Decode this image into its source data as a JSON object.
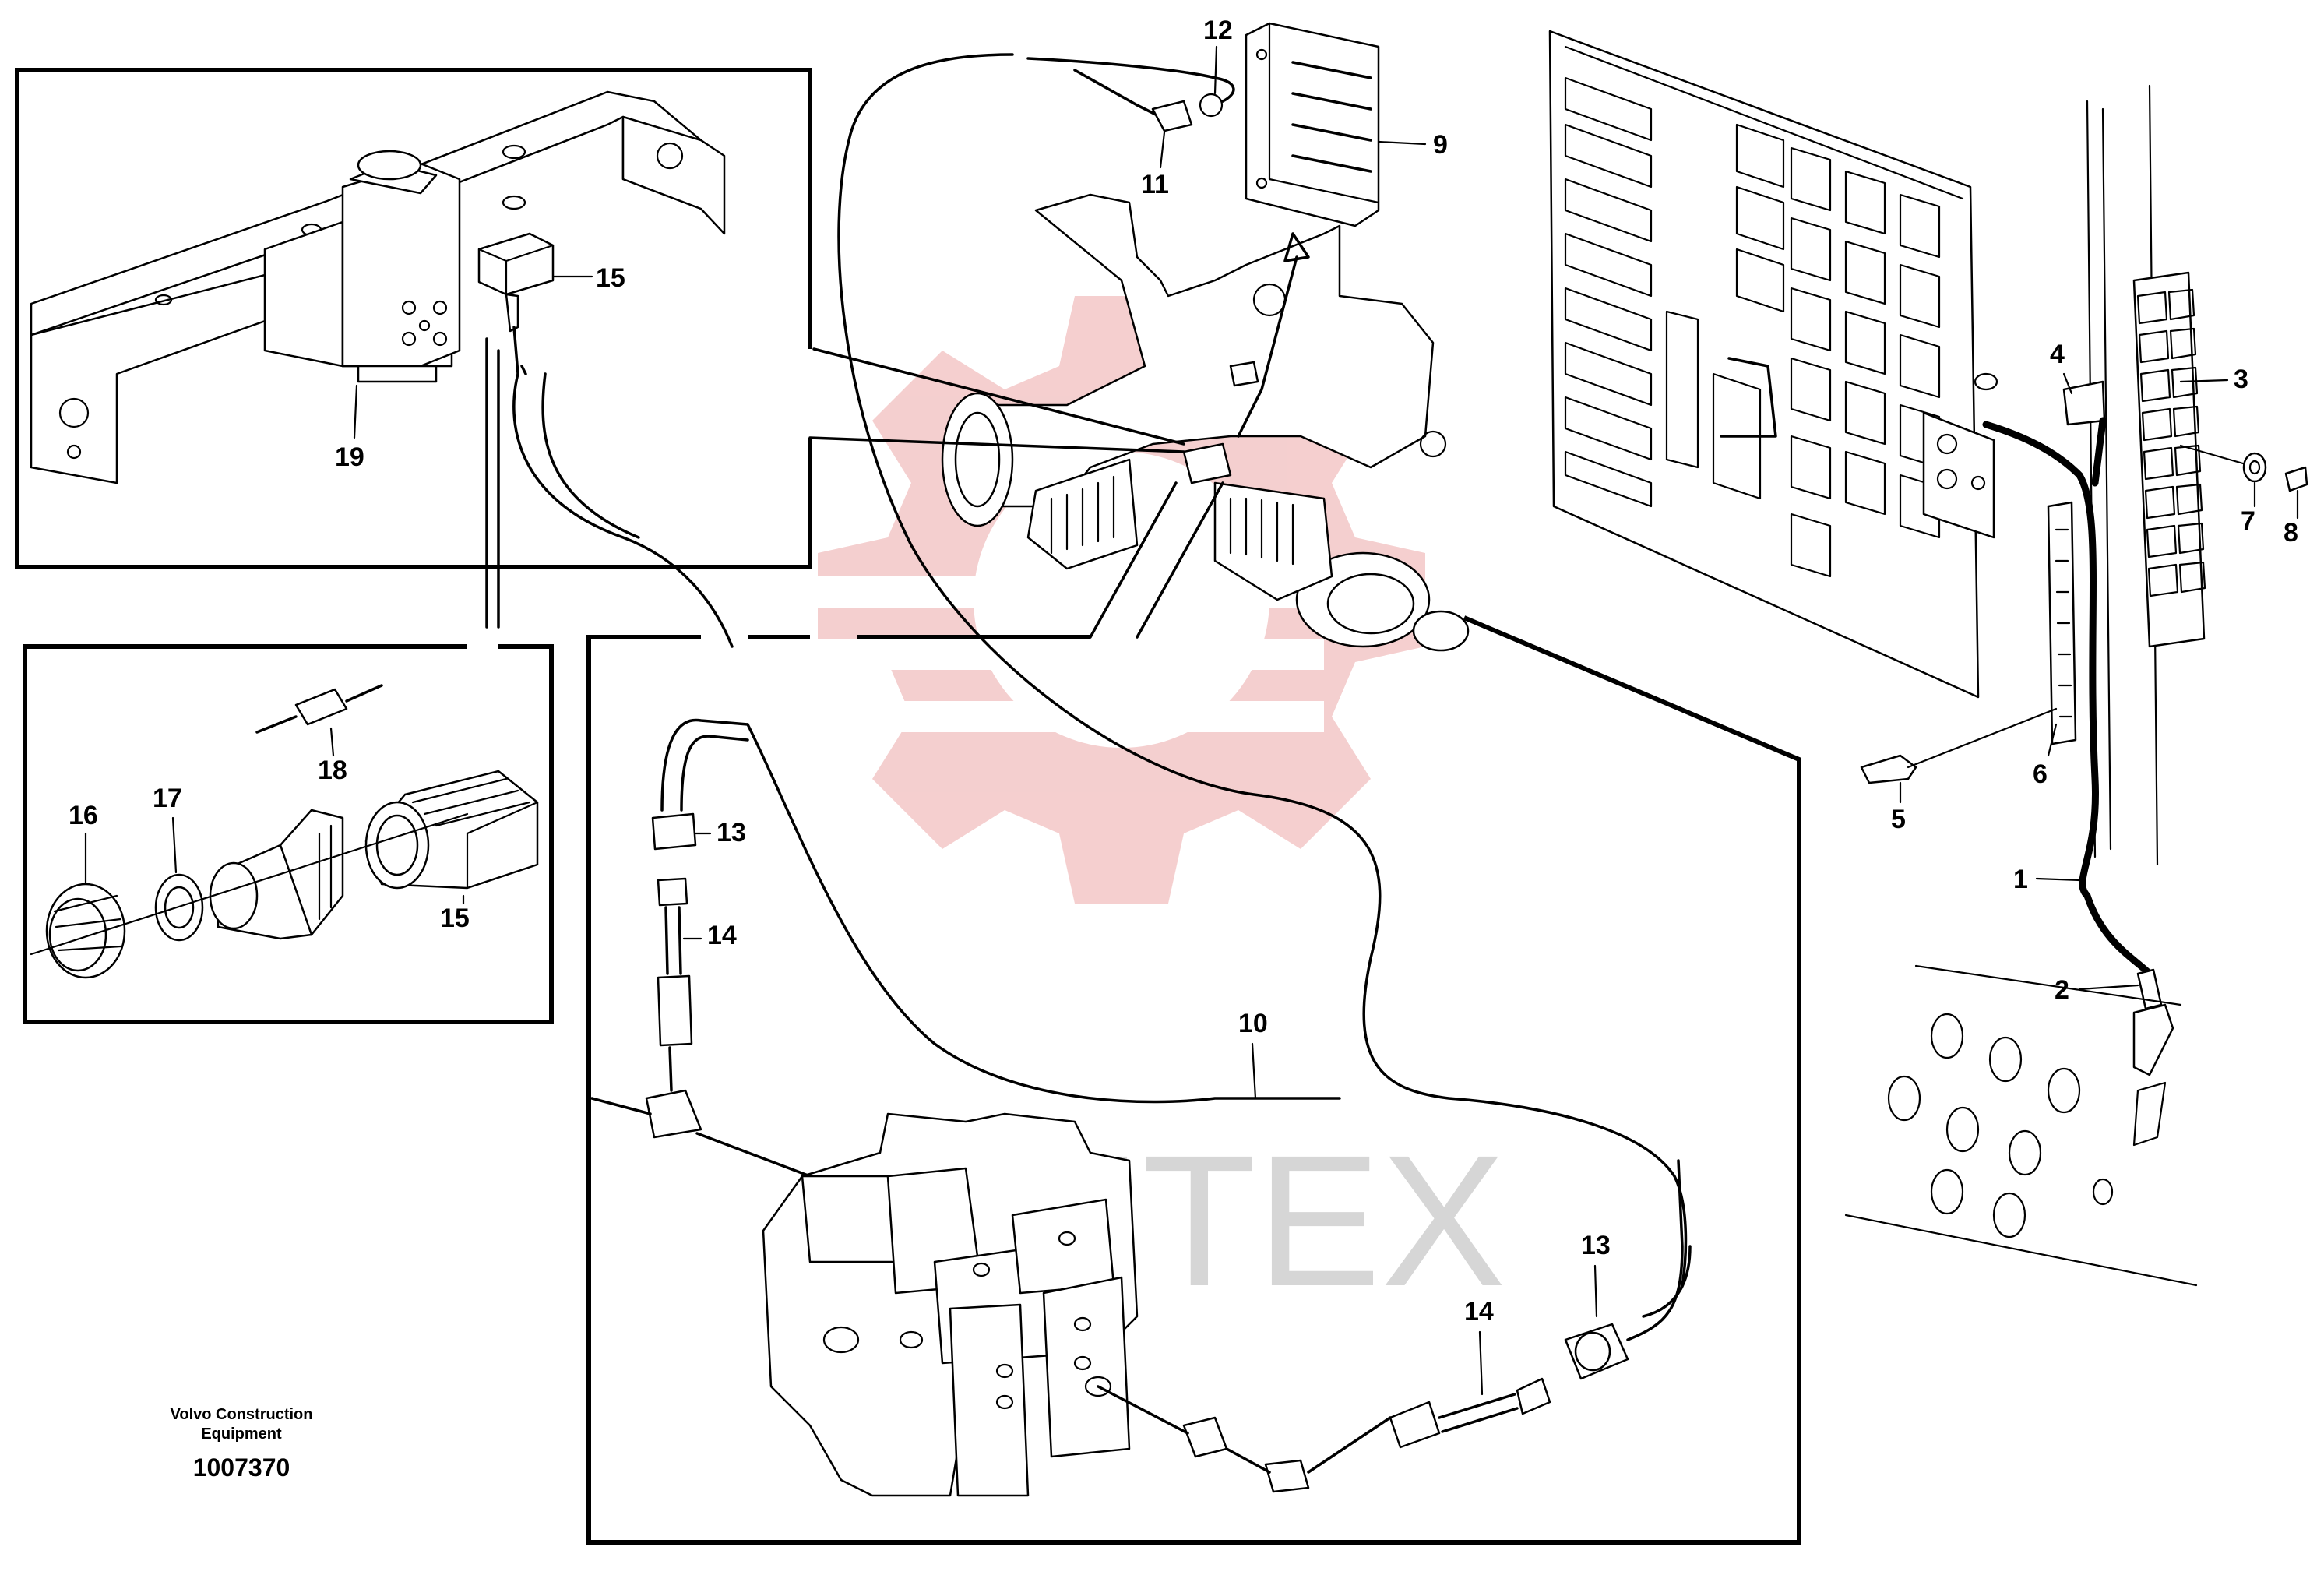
{
  "watermark": {
    "text": "UHTEX",
    "color": "#f3c7c7",
    "text_color": "#d6d6d6"
  },
  "footer": {
    "brand_line1": "Volvo Construction",
    "brand_line2": "Equipment",
    "drawing_number": "1007370"
  },
  "callouts": {
    "c1": "1",
    "c2": "2",
    "c3": "3",
    "c4": "4",
    "c5": "5",
    "c6": "6",
    "c7": "7",
    "c8": "8",
    "c9": "9",
    "c10": "10",
    "c11": "11",
    "c12": "12",
    "c13a": "13",
    "c13b": "13",
    "c14a": "14",
    "c14b": "14",
    "c15a": "15",
    "c15b": "15",
    "c16": "16",
    "c17": "17",
    "c18": "18",
    "c19": "19"
  }
}
